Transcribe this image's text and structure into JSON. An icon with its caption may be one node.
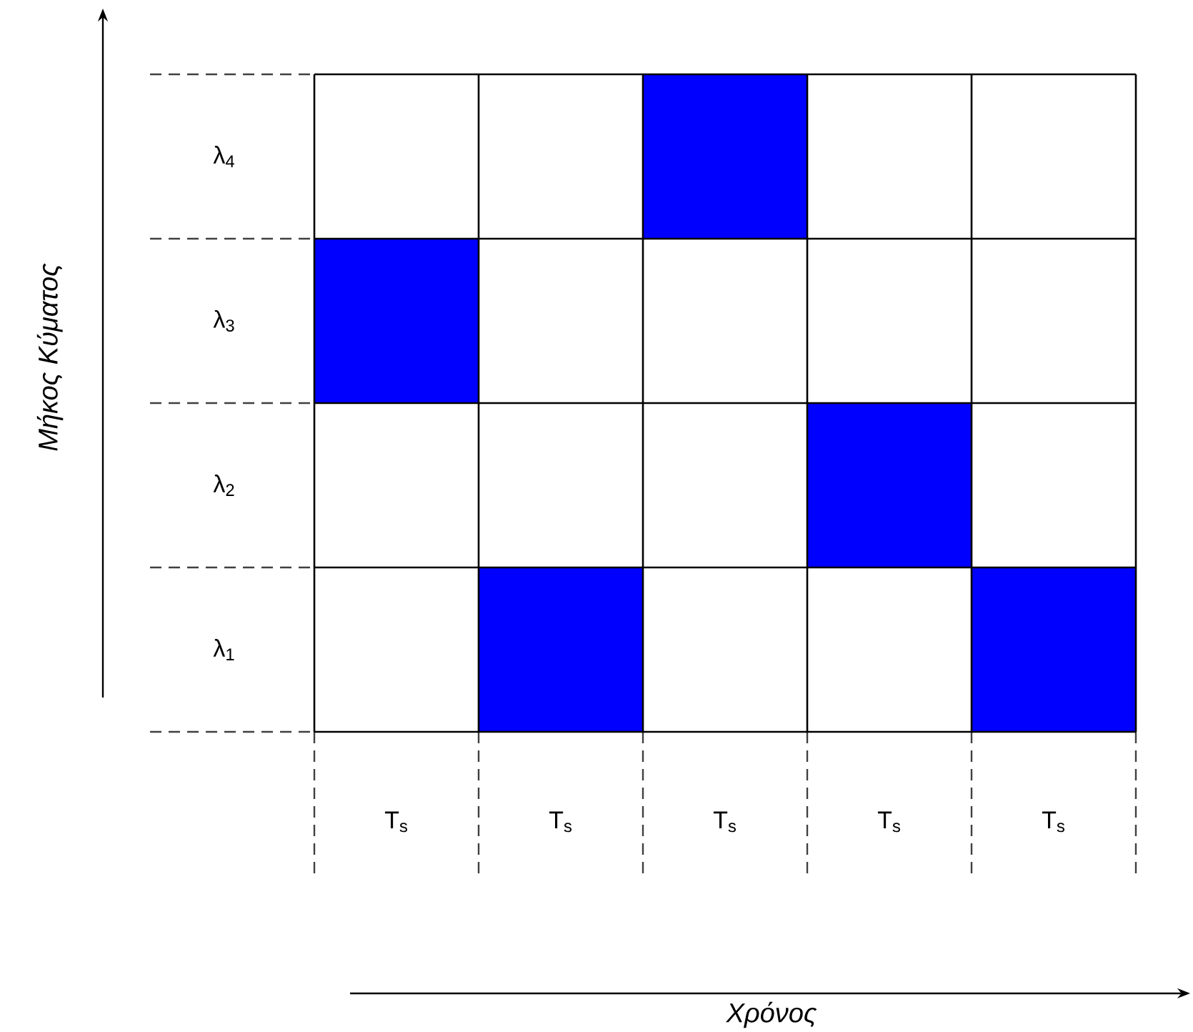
{
  "diagram": {
    "labels": [
      "Μήκος Κύματος",
      "λ$_{4}$",
      "λ$_{3}$",
      "λ$_{2}$",
      "λ$_{1}$",
      "T$_{s}$",
      "T$_{s}$",
      "T$_{s}$",
      "T$_{s}$",
      "T$_{s}$",
      "Χρόνος"
    ]
  }
}
